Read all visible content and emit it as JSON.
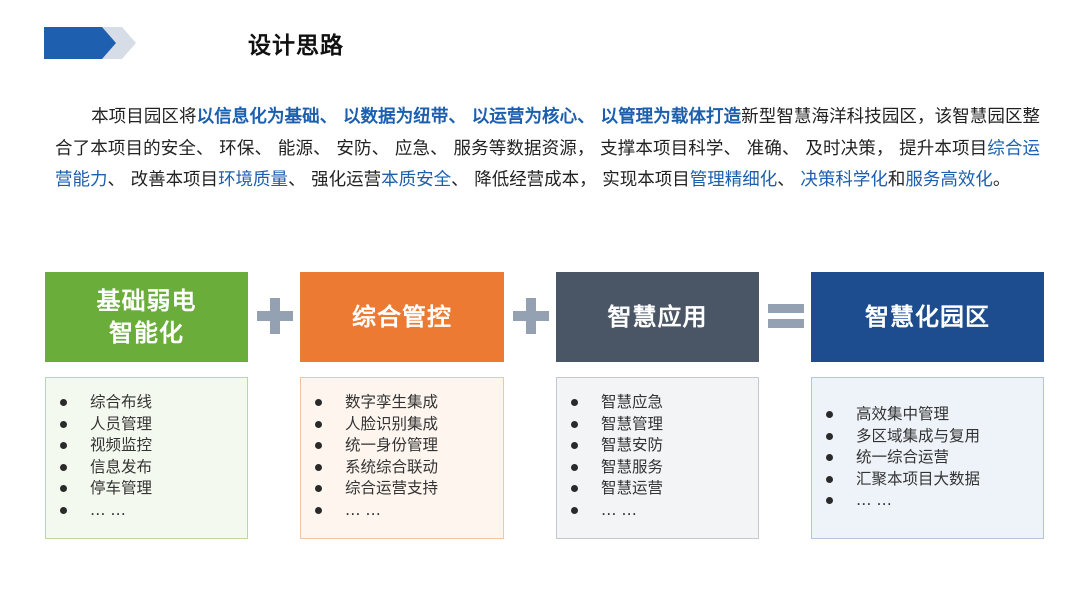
{
  "page": {
    "title": "设计思路"
  },
  "intro": {
    "s1": "本项目园区将",
    "h1": "以信息化为基础、",
    "h2": "以数据为纽带、",
    "h3": "以运营为核心、",
    "h4": "以管理为载体打造",
    "s2": "新型智慧海洋科技园区，该智慧园区整合了本项目的安全、 环保、 能源、 安防、 应急、 服务等数据资源， 支撑本项目科学、 准确、 及时决策， 提升本项目",
    "h5": "综合运营能力",
    "s3": "、 改善本项目",
    "h6": "环境质量",
    "s4": "、 强化运营",
    "h7": "本质安全",
    "s5": "、 降低经营成本， 实现本项目",
    "h8": "管理精细化",
    "s6": "、 ",
    "h9": "决策科学化",
    "s7": "和",
    "h10": "服务高效化",
    "s8": "。"
  },
  "colors": {
    "green": "#6aad3a",
    "orange": "#ec7a33",
    "slate": "#4a5566",
    "navy": "#1d4d8f",
    "highlight": "#1b5fae",
    "operator": "#94a1b3"
  },
  "columns": [
    {
      "title_line1": "基础弱电",
      "title_line2": "智能化",
      "items": [
        "综合布线",
        "人员管理",
        "视频监控",
        "信息发布",
        "停车管理",
        "… …"
      ]
    },
    {
      "title_line1": "综合管控",
      "title_line2": "",
      "items": [
        "数字孪生集成",
        "人脸识别集成",
        "统一身份管理",
        "系统综合联动",
        "综合运营支持",
        "… …"
      ]
    },
    {
      "title_line1": "智慧应用",
      "title_line2": "",
      "items": [
        "智慧应急",
        "智慧管理",
        "智慧安防",
        "智慧服务",
        "智慧运营",
        "… …"
      ]
    },
    {
      "title_line1": "智慧化园区",
      "title_line2": "",
      "items": [
        "高效集中管理",
        "多区域集成与复用",
        "统一综合运营",
        "汇聚本项目大数据",
        "… …"
      ]
    }
  ],
  "operators": [
    {
      "icon": "plus-icon"
    },
    {
      "icon": "plus-icon"
    },
    {
      "icon": "equals-icon"
    }
  ]
}
